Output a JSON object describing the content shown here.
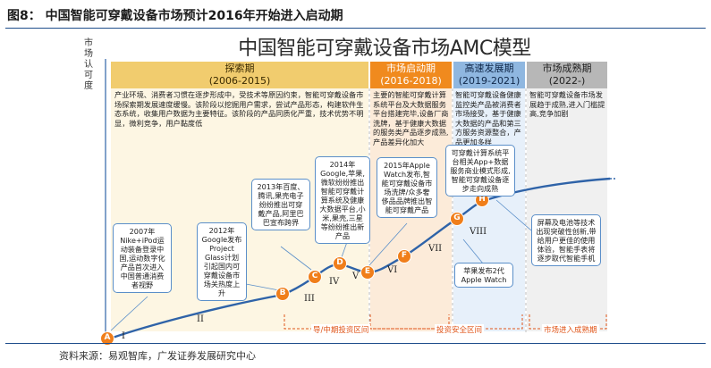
{
  "figure_label": "图8：",
  "figure_title": "中国智能可穿戴设备市场预计2016年开始进入启动期",
  "model_title": "中国智能可穿戴设备市场AMC模型",
  "y_axis_label": "市场认可度",
  "stages": [
    {
      "name": "探索期",
      "years": "(2006-2015)",
      "description": "产业环境、消费者习惯在逐步形成中，受技术等原因约束，智能可穿戴设备市场探索期发展速度缓慢。该阶段以挖掘用户需求，尝试产品形态，构建软件生态系统，收集用户数据为主要特征。该阶段的产品同质化严重，技术优势不明显，微利竞争，用户黏度低"
    },
    {
      "name": "市场启动期",
      "years": "(2016-2018)",
      "description": "主要的智能可穿戴计算系统平台及大数据服务平台搭建完毕,设备厂商洗牌，基于健康大数据的服务类产品逐步成熟,产品差异化加大"
    },
    {
      "name": "高速发展期",
      "years": "(2019-2021)",
      "description": "智能可穿戴设备健康监控类产品被消费者市场接受，基于健康大数据的产品和第三方服务资源整合，产品更加多样"
    },
    {
      "name": "市场成熟期",
      "years": "(2022-)",
      "description": "智能可穿戴设备市场发展趋于成熟,进入门槛提高,竞争加剧"
    }
  ],
  "events": {
    "e2007": "2007年 Nike+iPod运动装备登录中国,运动数字化产品首次进入中国普通消费者视野",
    "e2012": "2012年 Google发布Project Glass计划引起国内可穿戴设备市场关热度上升",
    "e2013": "2013年百度、腾讯,果壳电子纷纷推出可穿戴产品,阿里巴巴宣布跨界",
    "e2014": "2014年 Google,苹果,微软纷纷推出智能可穿戴计算系统及健康大数据平台,小米,果壳,三星等纷纷推出新产品",
    "e2015": "2015年Apple Watch发布,智能可穿戴设备市场洗牌/众多奢侈品品牌推出智能可穿戴产品",
    "eApp": "可穿戴计算系统平台相关App+数据服务商业模式形成,智能可穿戴设备逐步走向成熟",
    "eWatch": "苹果发布2代Apple Watch",
    "eMature": "屏幕及电池等技术出现突破性创新,带给用户更佳的使用体验，智能手表将逐步取代智能手机"
  },
  "points": [
    "A",
    "B",
    "C",
    "D",
    "E",
    "F",
    "G",
    "H"
  ],
  "romans": [
    "I",
    "II",
    "III",
    "IV",
    "V",
    "VI",
    "VII",
    "VIII"
  ],
  "period_labels": {
    "p1": "导/中期投资区间",
    "p2": "投资安全区间",
    "p3": "市场进入成熟期"
  },
  "source": "资料来源：易观智库，广发证券发展研究中心",
  "colors": {
    "curve": "#2f63a8",
    "accent": "#f08a1e",
    "explore": "#f1cc6e",
    "speedup": "#8fb7e0",
    "mature": "#b7b7b7"
  }
}
